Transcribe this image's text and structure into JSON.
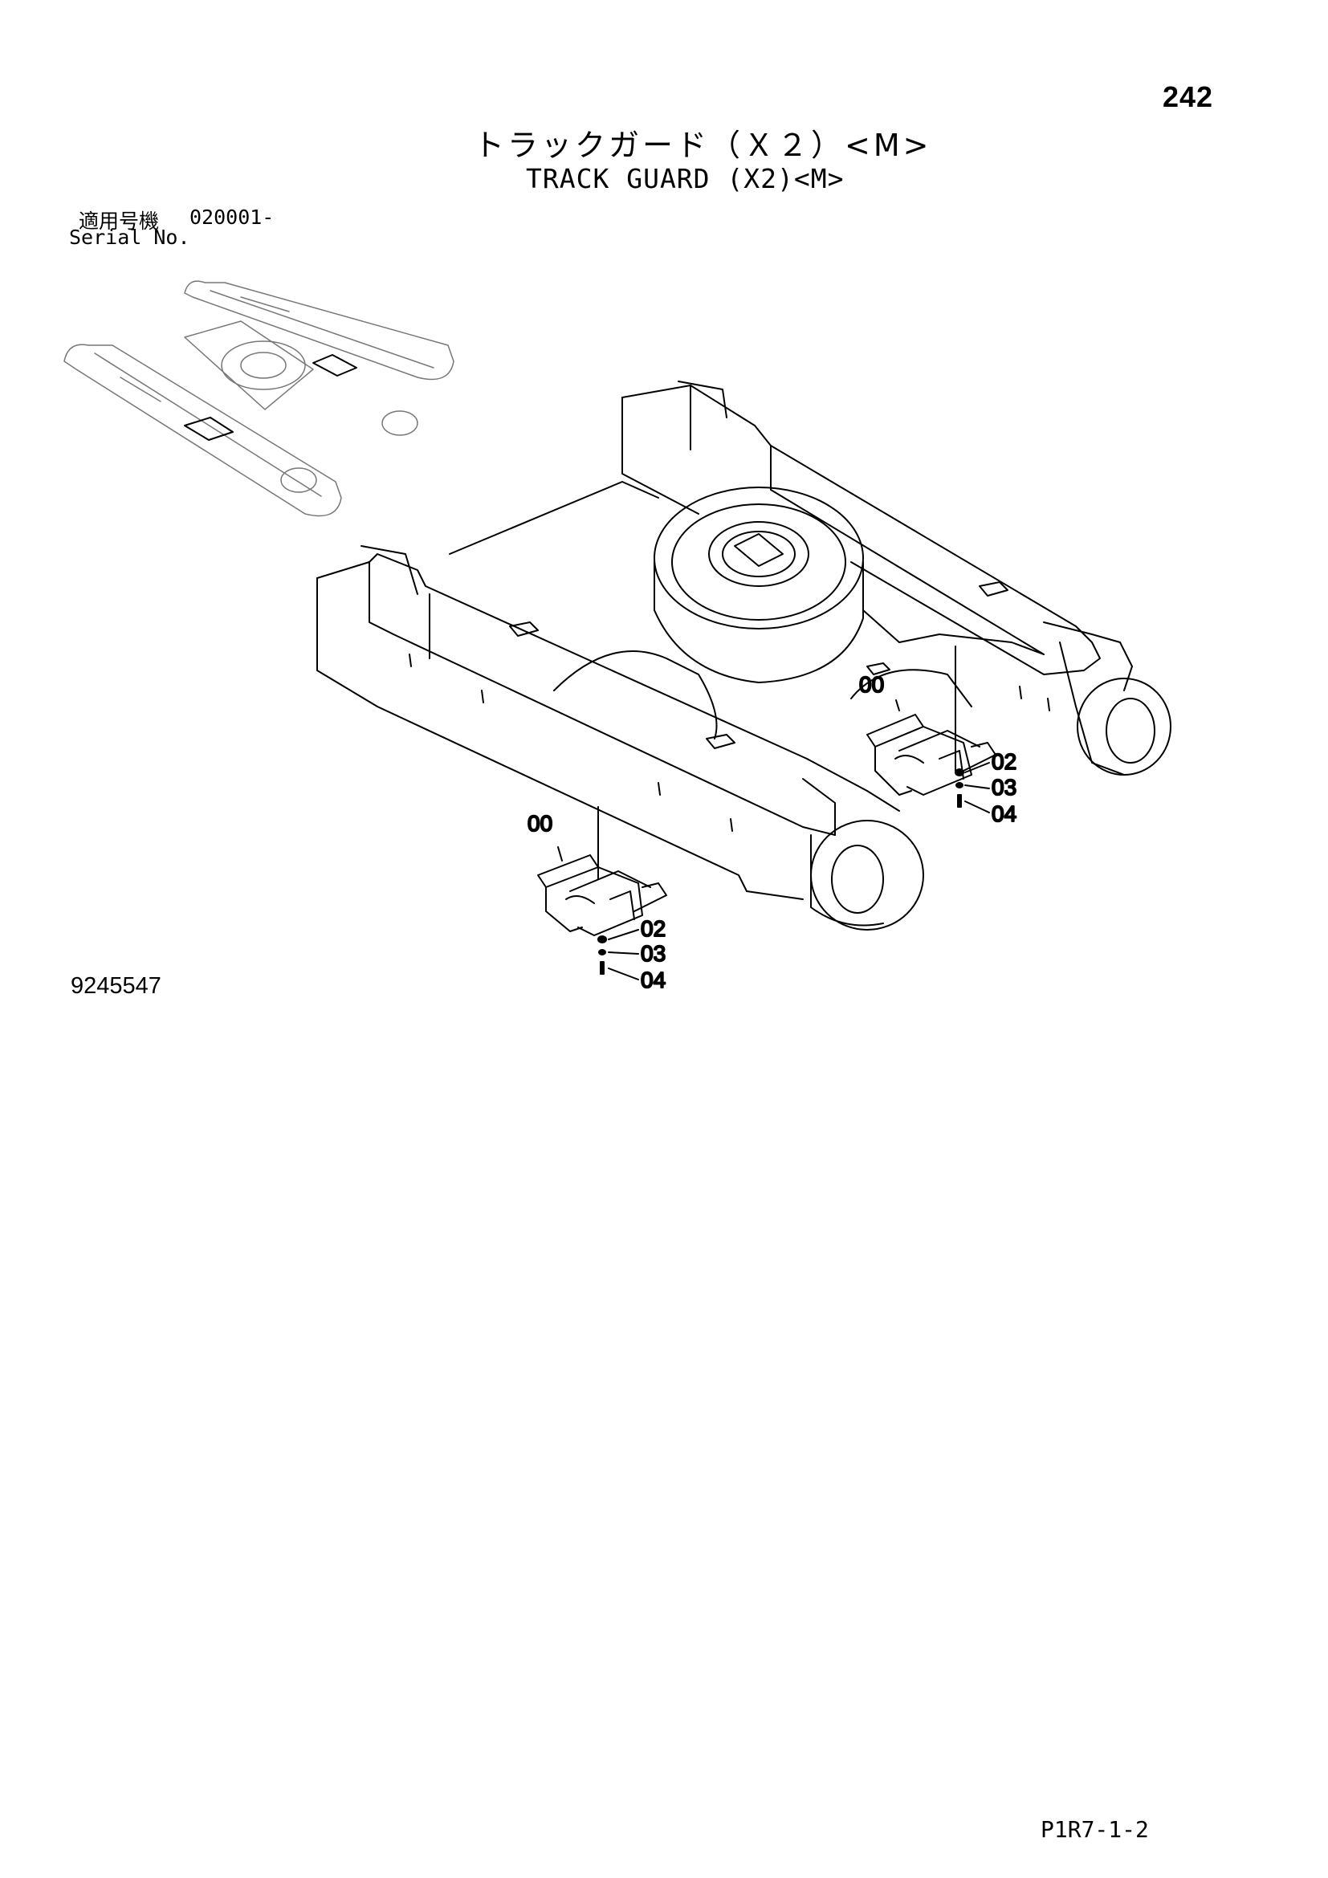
{
  "header": {
    "page_number": "242",
    "title_jp": "トラックガード（Ｘ２）<M>",
    "title_en": "TRACK GUARD (X2)<M>"
  },
  "serial": {
    "label_jp": "適用号機",
    "value": "020001-",
    "label_en": "Serial No."
  },
  "drawing_number": "9245547",
  "sheet_code": "P1R7-1-2",
  "callouts": {
    "upper": [
      "00",
      "02",
      "03",
      "04"
    ],
    "lower": [
      "00",
      "02",
      "03",
      "04"
    ]
  },
  "colors": {
    "ink": "#000000",
    "paper": "#ffffff"
  }
}
